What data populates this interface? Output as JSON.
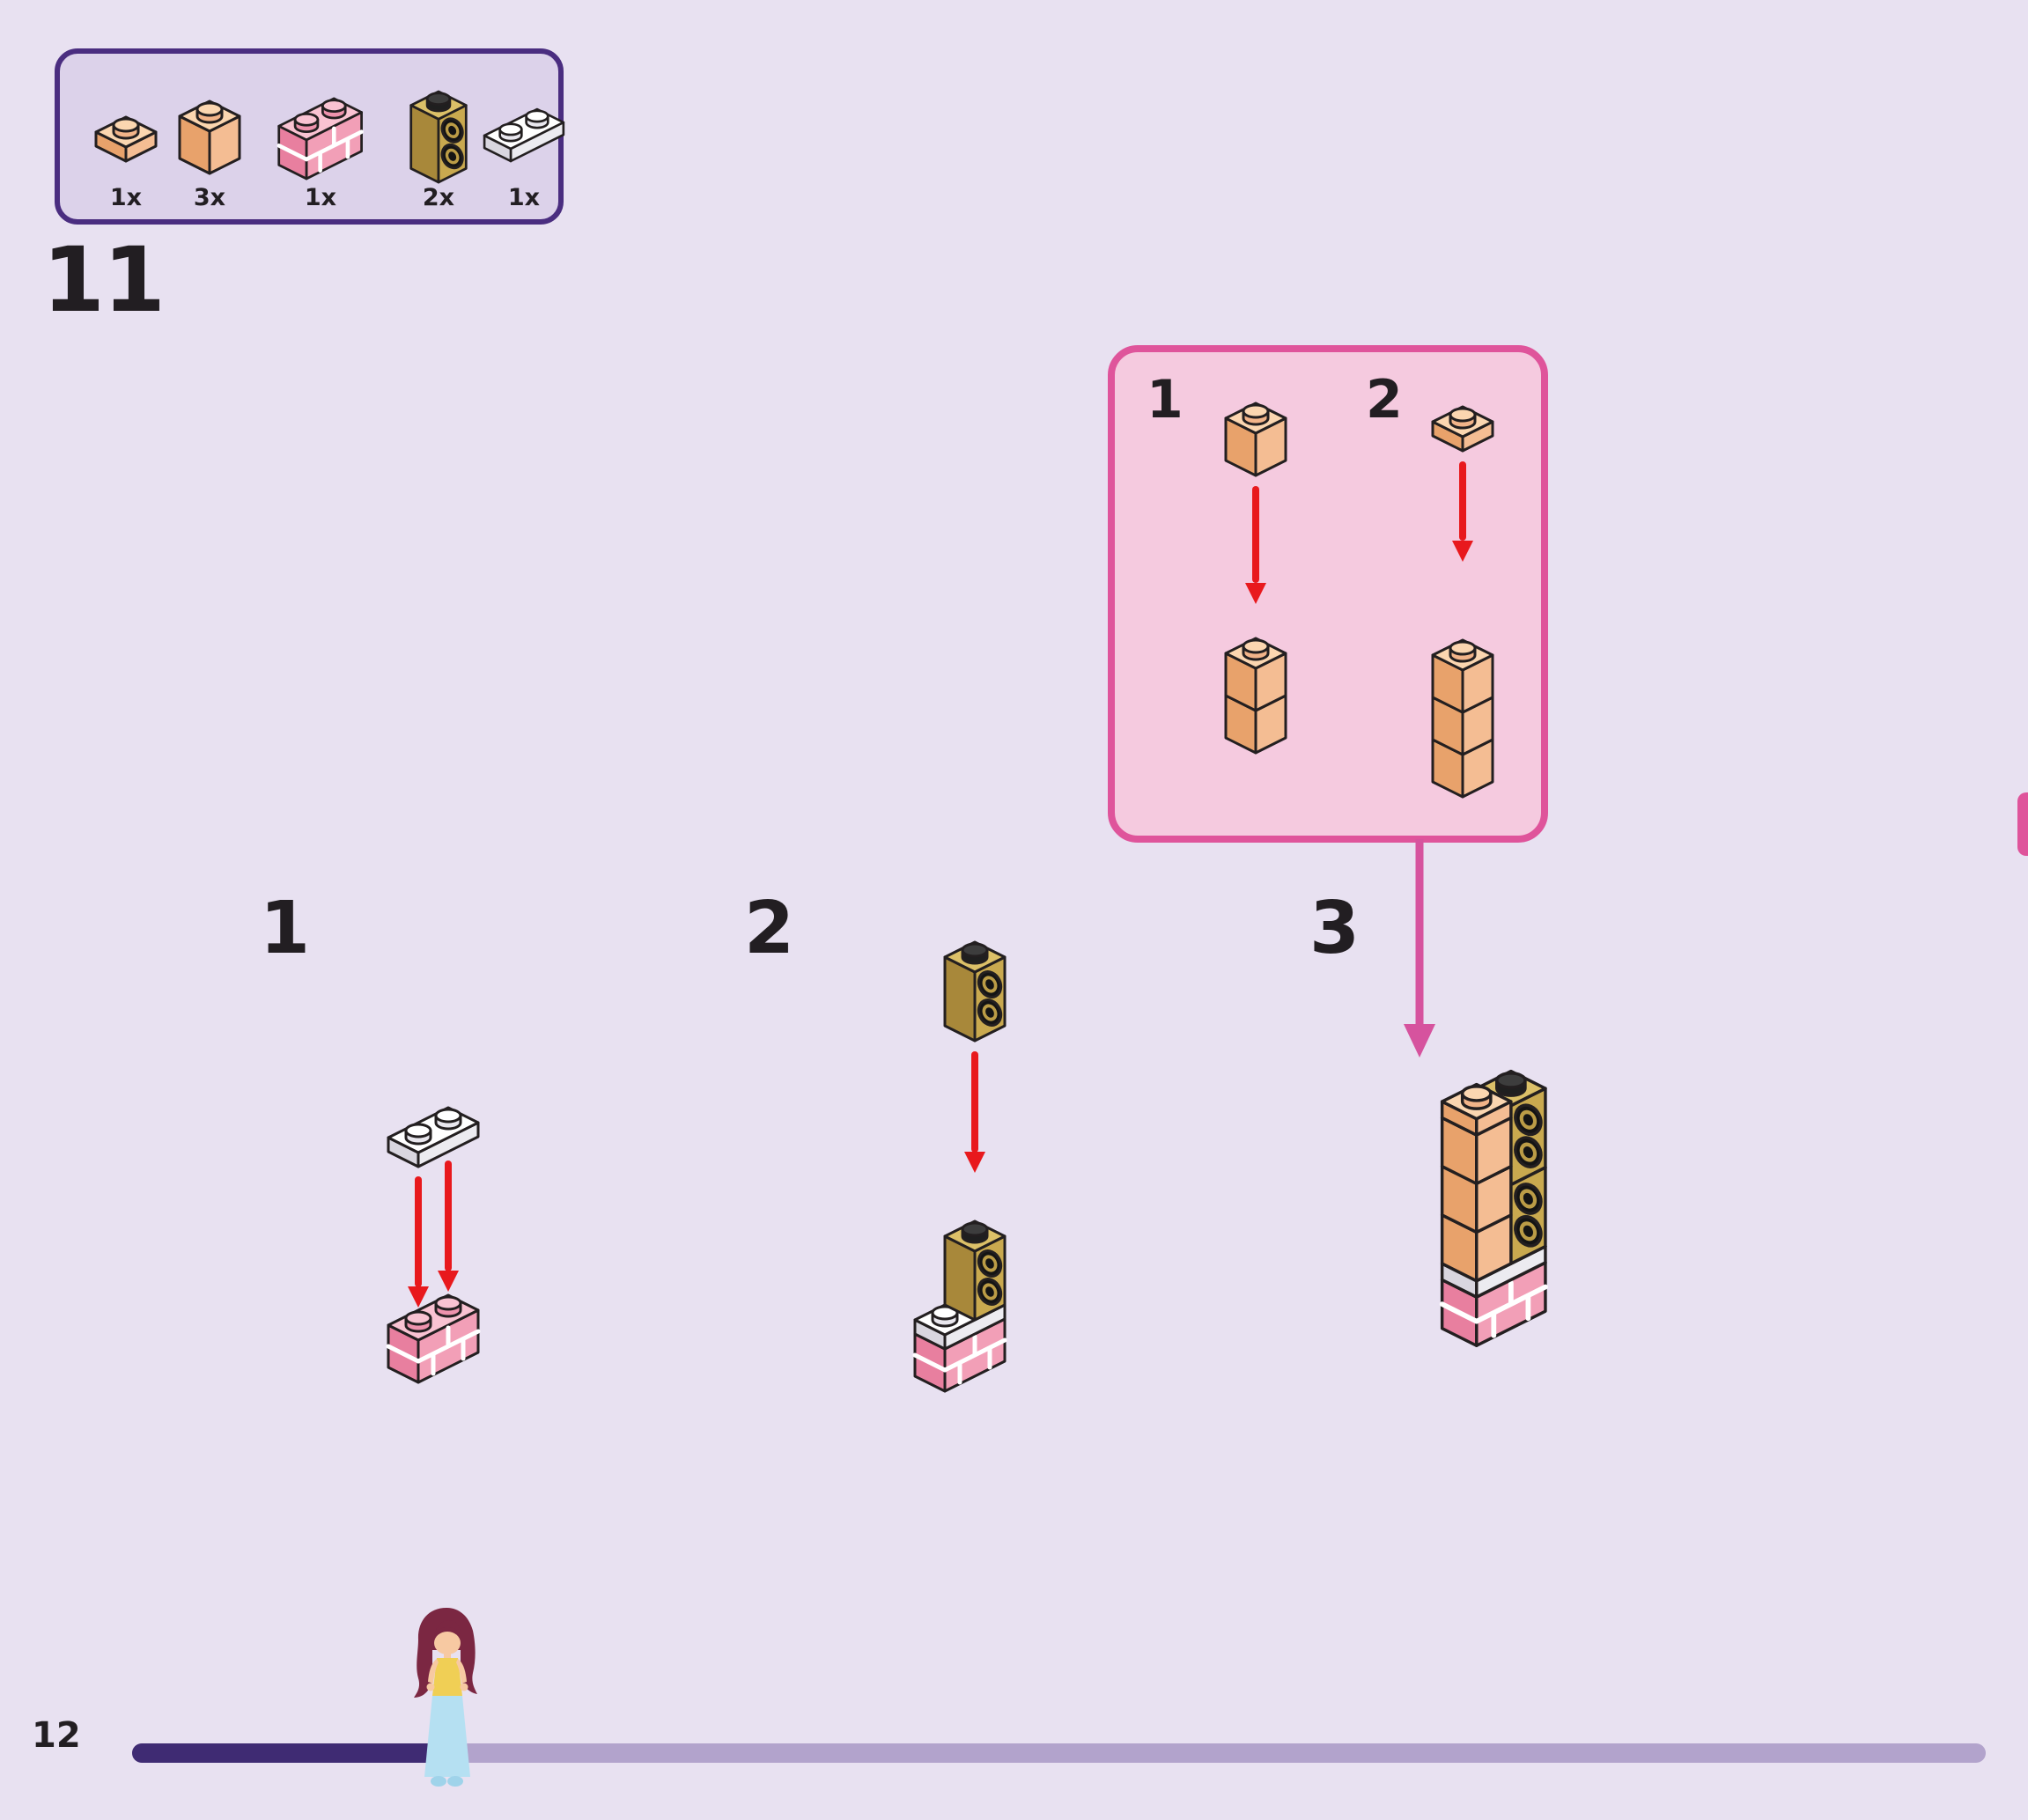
{
  "page": {
    "step_number": "11",
    "number": "12"
  },
  "parts_box": {
    "parts": [
      {
        "count": "1x",
        "part": "nougat 1x1 plate"
      },
      {
        "count": "3x",
        "part": "nougat 1x1 brick"
      },
      {
        "count": "1x",
        "part": "pink 1x2 masonry brick"
      },
      {
        "count": "2x",
        "part": "pearl-gold 1x1 brick with side studs"
      },
      {
        "count": "1x",
        "part": "white 1x2 plate"
      }
    ]
  },
  "subassembly_box": {
    "steps": [
      {
        "label": "1"
      },
      {
        "label": "2"
      }
    ]
  },
  "main_steps": [
    {
      "label": "1"
    },
    {
      "label": "2"
    },
    {
      "label": "3"
    }
  ],
  "colors": {
    "background": "#e8e1f1",
    "parts-box-fill": "#dcd2ea",
    "parts-box-border": "#4a2d80",
    "subbox-fill": "#f5cadf",
    "subbox-border": "#df549b",
    "arrow-red": "#e8191d",
    "arrow-pink": "#d6539e",
    "progress-dark": "#3f2b73",
    "progress-light": "#b2a3cc",
    "text": "#221e22"
  }
}
